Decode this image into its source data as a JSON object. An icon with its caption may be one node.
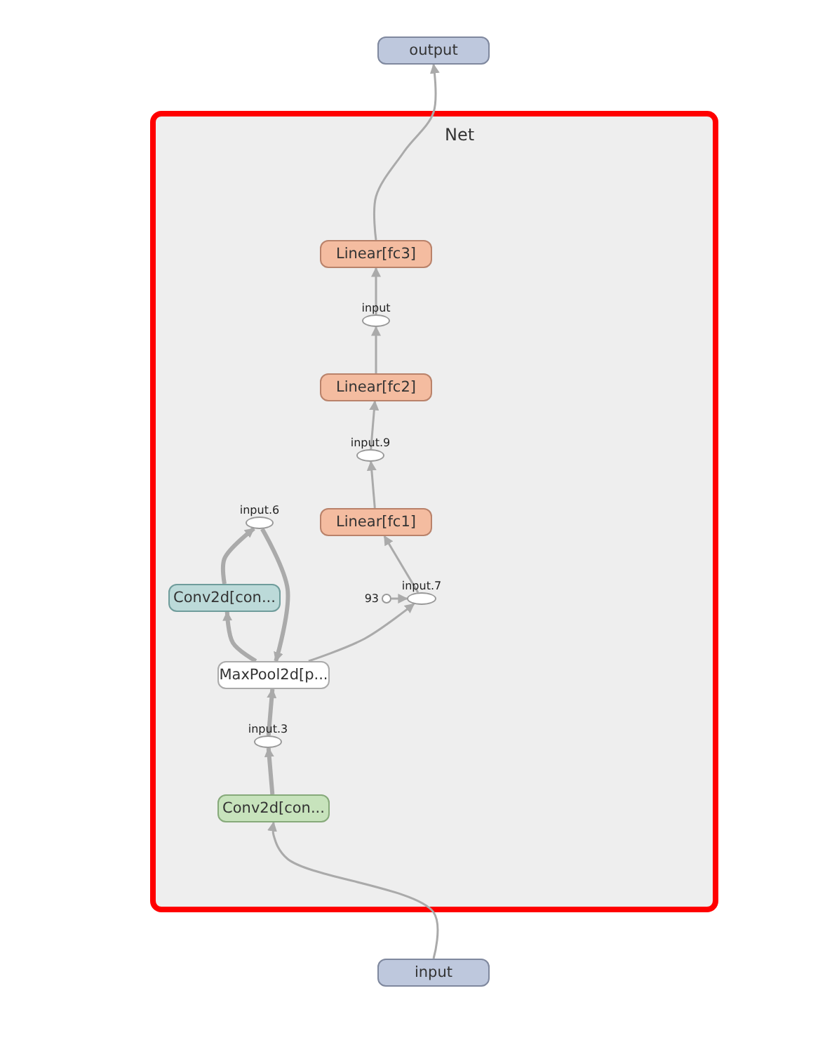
{
  "diagram": {
    "nodes": [
      {
        "text": [
          "output"
        ]
      },
      {
        "text": [
          "Net"
        ]
      },
      {
        "text": [
          "Linear[fc3]"
        ],
        "in": 1
      },
      {
        "text": [
          "input"
        ],
        "in": 1
      },
      {
        "text": [
          "Linear[fc2]"
        ],
        "in": 1
      },
      {
        "text": [
          "input.9"
        ],
        "in": 1
      },
      {
        "text": [
          "Linear[fc1]"
        ],
        "in": 1
      },
      {
        "text": [
          "input.6"
        ],
        "in": 1
      },
      {
        "text": [
          "Conv2d[con..."
        ],
        "in": 1
      },
      {
        "text": [
          "93"
        ],
        "in": 1
      },
      {
        "text": [
          "input.7"
        ],
        "in": 1
      },
      {
        "text": [
          "MaxPool2d[p..."
        ],
        "in": 1
      },
      {
        "text": [
          "input.3"
        ],
        "in": 1
      },
      {
        "text": [
          "Conv2d[con..."
        ],
        "in": 1
      },
      {
        "text": [
          "input"
        ]
      }
    ],
    "edges": [
      {
        "from": 14,
        "to": 13,
        "arrow": "to"
      },
      {
        "from": 13,
        "to": 12,
        "arrow": "to",
        "style": "thick"
      },
      {
        "from": 12,
        "to": 11,
        "arrow": "to",
        "style": "thick"
      },
      {
        "from": 11,
        "to": 8,
        "arrow": "to",
        "style": "thick"
      },
      {
        "from": 8,
        "to": 7,
        "arrow": "to",
        "style": "thick"
      },
      {
        "from": 7,
        "to": 11,
        "arrow": "to",
        "style": "thick"
      },
      {
        "from": 11,
        "to": 10,
        "arrow": "to"
      },
      {
        "from": 9,
        "to": 10,
        "arrow": "to"
      },
      {
        "from": 10,
        "to": 6,
        "arrow": "to"
      },
      {
        "from": 6,
        "to": 5,
        "arrow": "to"
      },
      {
        "from": 5,
        "to": 4,
        "arrow": "to"
      },
      {
        "from": 4,
        "to": 3,
        "arrow": "to"
      },
      {
        "from": 3,
        "to": 2,
        "arrow": "to"
      },
      {
        "from": 2,
        "to": 0,
        "arrow": "to"
      }
    ]
  }
}
